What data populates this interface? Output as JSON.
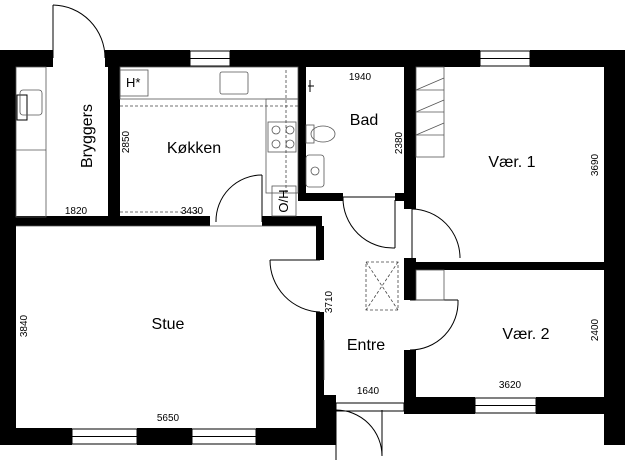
{
  "rooms": {
    "bryggers": "Bryggers",
    "kokken": "Køkken",
    "bad": "Bad",
    "vaer1": "Vær. 1",
    "vaer2": "Vær. 2",
    "stue": "Stue",
    "entre": "Entre"
  },
  "labels": {
    "h_marker": "H*",
    "oh": "O/H"
  },
  "dimensions": {
    "bryggers_width": "1820",
    "bryggers_height": "2850",
    "kokken_width": "3430",
    "bad_width": "1940",
    "bad_height": "2380",
    "vaer1_height": "3690",
    "entre_height": "3710",
    "entre_width": "1640",
    "vaer2_height": "2400",
    "vaer2_width": "3620",
    "stue_height": "3840",
    "stue_width": "5650"
  }
}
